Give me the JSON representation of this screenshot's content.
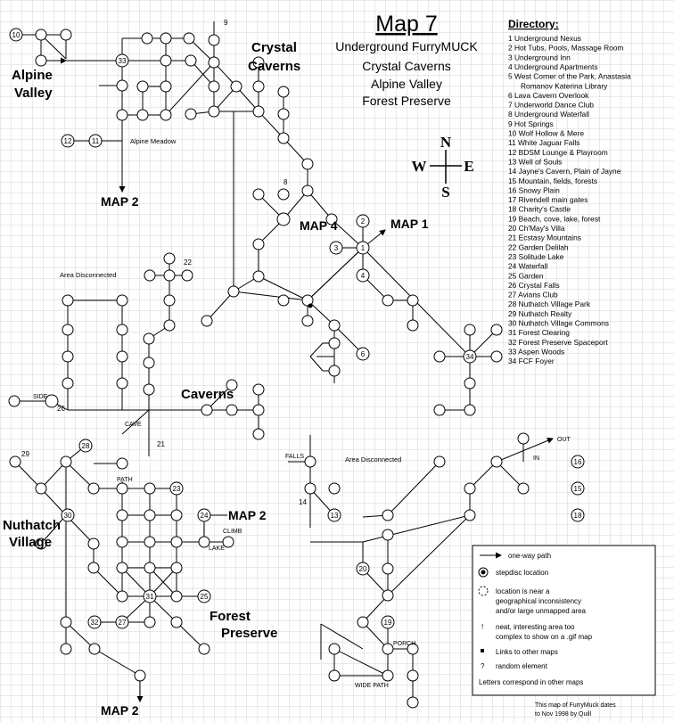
{
  "title": {
    "main": "Map 7",
    "lines": [
      "Underground FurryMUCK",
      "Crystal Caverns",
      "Alpine Valley",
      "Forest Preserve"
    ]
  },
  "directory": {
    "heading": "Directory:",
    "items": [
      "1 Underground Nexus",
      "2 Hot Tubs, Pools, Massage Room",
      "3 Underground Inn",
      "4 Underground Apartments",
      "5 West Corner of the Park, Anastasia",
      "Romanov Katerina Library",
      "6 Lava Cavern Overlook",
      "7 Underworld Dance Club",
      "8 Underground Waterfall",
      "9 Hot Springs",
      "10 Wolf Hollow & Mere",
      "11 White Jaguar Falls",
      "12 BDSM Lounge & Playroom",
      "13 Well of Souls",
      "14 Jayne's Cavern, Plain of Jayne",
      "15 Mountain, fields, forests",
      "16 Snowy Plain",
      "17 Rivendell main gates",
      "18 Charity's Castle",
      "19 Beach, cove, lake, forest",
      "20 Ch'May's Villa",
      "21 Ecstasy Mountains",
      "22 Garden Delilah",
      "23 Solitude Lake",
      "24 Waterfall",
      "25 Garden",
      "26 Crystal Falls",
      "27 Avians Club",
      "28 Nuthatch Village Park",
      "29 Nuthatch Realty",
      "30 Nuthatch Village Commons",
      "31 Forest Clearing",
      "32 Forest Preserve Spaceport",
      "33 Aspen Woods",
      "34 FCF Foyer"
    ]
  },
  "compass": {
    "n": "N",
    "s": "S",
    "e": "E",
    "w": "W"
  },
  "regions": {
    "crystal": [
      "Crystal",
      "Caverns"
    ],
    "alpine": [
      "Alpine",
      "Valley"
    ],
    "caverns": "Caverns",
    "nuthatch": [
      "Nuthatch",
      "Village"
    ],
    "forest": [
      "Forest",
      "Preserve"
    ]
  },
  "map_refs": {
    "map2_left": "MAP 2",
    "map4": "MAP 4",
    "map1": "MAP 1",
    "map2_center": "MAP 2",
    "map2_bottom": "MAP 2"
  },
  "labels": {
    "alpine_meadow": "Alpine Meadow",
    "area_disconnected_1": "Area Disconnected",
    "area_disconnected_2": "Area Disconnected",
    "falls": "FALLS",
    "path": "PATH",
    "climb": "CLIMB",
    "lake": "LAKE",
    "cave": "CAVE",
    "out": "OUT",
    "side": "SIDE",
    "in": "IN",
    "porch": "PORCH",
    "wide_path": "WIDE PATH"
  },
  "nodes": [
    "1",
    "2",
    "3",
    "4",
    "6",
    "8",
    "9",
    "10",
    "11",
    "12",
    "13",
    "14",
    "15",
    "16",
    "18",
    "19",
    "20",
    "21",
    "22",
    "23",
    "24",
    "25",
    "26",
    "27",
    "28",
    "29",
    "30",
    "31",
    "32",
    "33",
    "34"
  ],
  "legend": {
    "items": [
      "one-way path",
      "stepdisc location",
      "location is near a",
      "geographical inconsistency",
      "and/or large unmapped area",
      "neat, interesting area too",
      "complex to show on a .gif map",
      "Links to other maps",
      "random element",
      "Letters correspond in other maps"
    ],
    "bang": "!",
    "question": "?"
  },
  "credit": [
    "This map of FurryMuck dates",
    "to Nov 1998 by Quill"
  ]
}
